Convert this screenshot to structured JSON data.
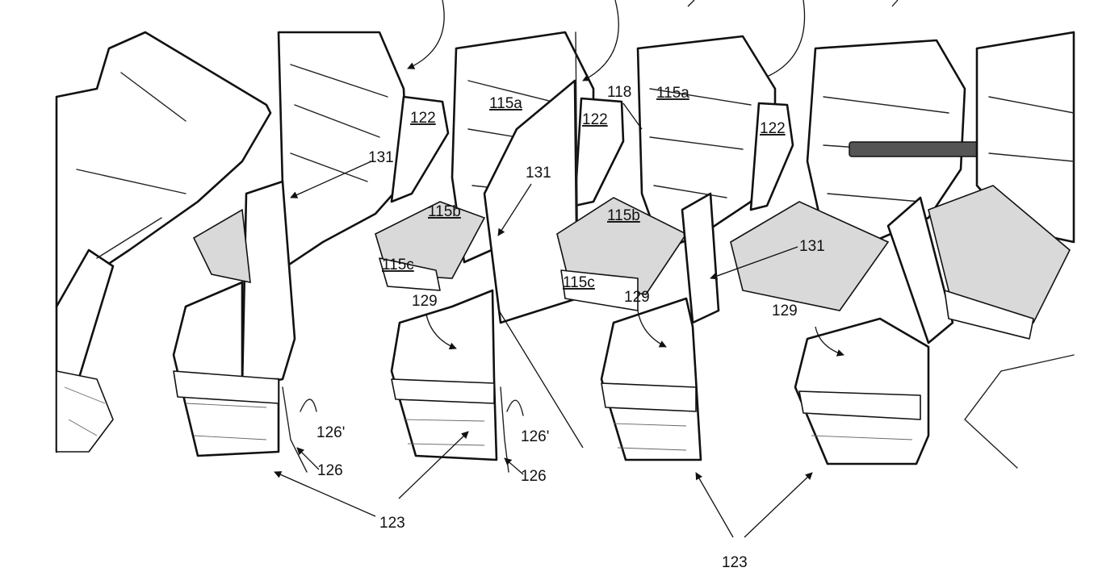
{
  "figure": {
    "labels": {
      "backrest_a": "115a",
      "seat_b": "115b",
      "cushion_c": "115c",
      "headrest": "122",
      "divider": "131",
      "armrest_top": "129",
      "side_panel": "118",
      "console": "123",
      "leg": "126",
      "leg_alt": "126'"
    }
  }
}
